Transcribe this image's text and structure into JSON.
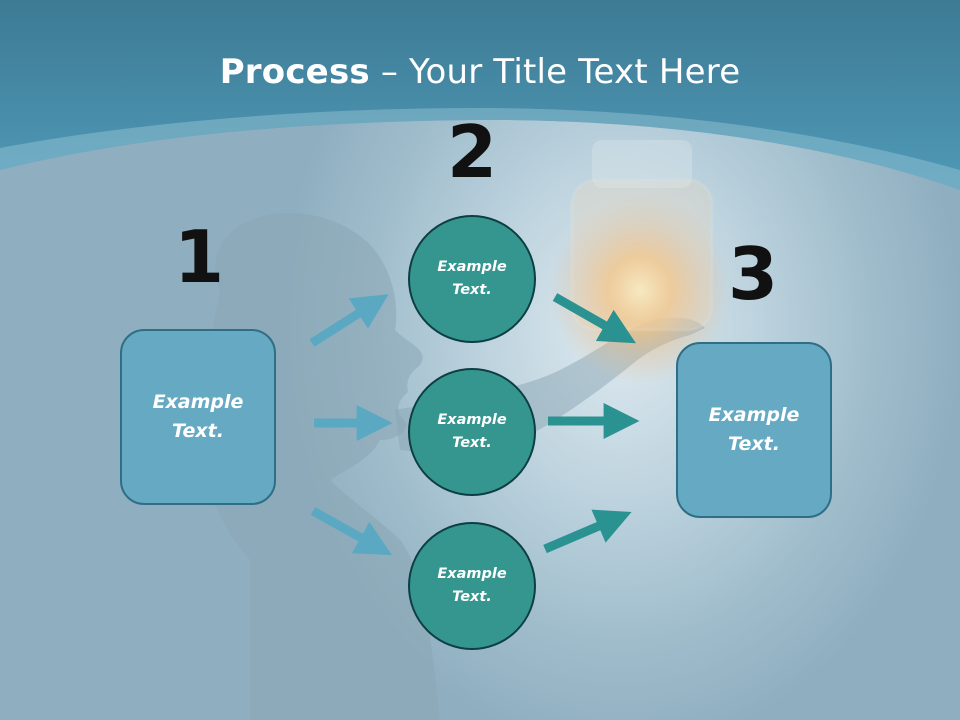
{
  "title": {
    "bold": "Process",
    "rest": " – Your Title Text Here"
  },
  "steps": {
    "one": "1",
    "two": "2",
    "three": "3"
  },
  "left_box": {
    "line1": "Example",
    "line2": "Text."
  },
  "right_box": {
    "line1": "Example",
    "line2": "Text."
  },
  "circles": [
    {
      "line1": "Example",
      "line2": "Text."
    },
    {
      "line1": "Example",
      "line2": "Text."
    },
    {
      "line1": "Example",
      "line2": "Text."
    }
  ],
  "colors": {
    "header": "#3f8aa6",
    "box_fill": "#66a9c2",
    "circle_fill": "#35968f",
    "left_arrows": "#5ba8c2",
    "right_arrows": "#2b9292"
  }
}
